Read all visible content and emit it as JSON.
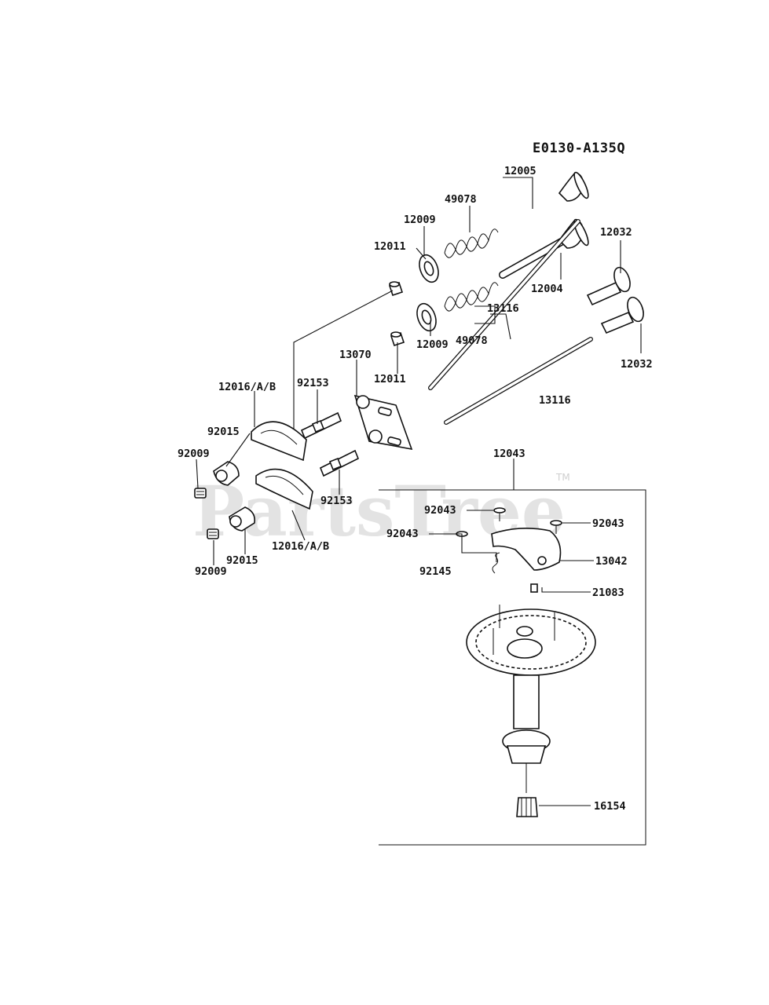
{
  "diagram_code": "E0130-A135Q",
  "watermark": {
    "text": "PartsTree",
    "trademark": "TM"
  },
  "labels": {
    "l12005": "12005",
    "l49078a": "49078",
    "l12009a": "12009",
    "l12011a": "12011",
    "l12032a": "12032",
    "l12004": "12004",
    "l13116a": "13116",
    "l49078b": "49078",
    "l12009b": "12009",
    "l12011b": "12011",
    "l12032b": "12032",
    "l13070": "13070",
    "l12016a": "12016/A/B",
    "l92153a": "92153",
    "l13116b": "13116",
    "l92015a": "92015",
    "l92009a": "92009",
    "l12043": "12043",
    "l92153b": "92153",
    "l92043a": "92043",
    "l92043b": "92043",
    "l92043c": "92043",
    "l13042": "13042",
    "l92145": "92145",
    "l21083": "21083",
    "l12016b": "12016/A/B",
    "l92015b": "92015",
    "l92009b": "92009",
    "l16154": "16154"
  }
}
